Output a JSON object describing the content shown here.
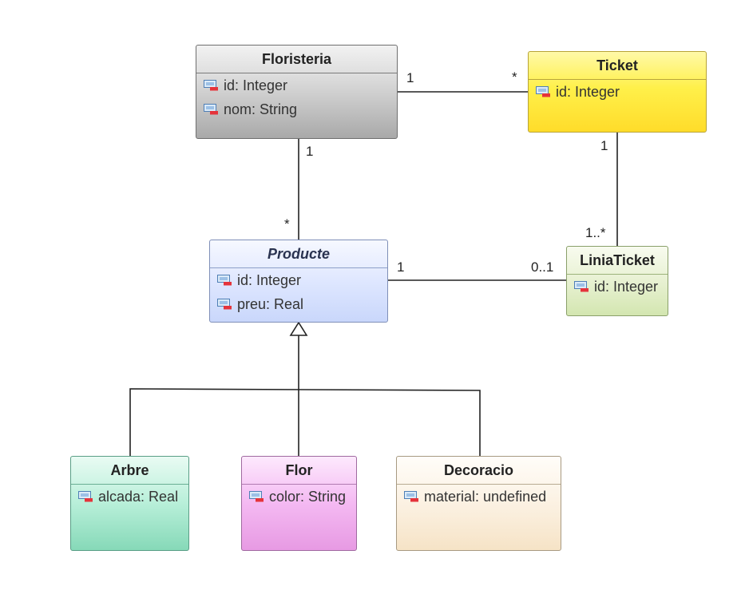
{
  "classes": {
    "floristeria": {
      "name": "Floristeria",
      "attributes": [
        "id: Integer",
        "nom: String"
      ]
    },
    "ticket": {
      "name": "Ticket",
      "attributes": [
        "id: Integer"
      ]
    },
    "producte": {
      "name": "Producte",
      "abstract": true,
      "attributes": [
        "id: Integer",
        "preu: Real"
      ]
    },
    "linia_ticket": {
      "name": "LiniaTicket",
      "attributes": [
        "id: Integer"
      ]
    },
    "arbre": {
      "name": "Arbre",
      "attributes": [
        "alcada: Real"
      ]
    },
    "flor": {
      "name": "Flor",
      "attributes": [
        "color: String"
      ]
    },
    "decoracio": {
      "name": "Decoracio",
      "attributes": [
        "material: undefined"
      ]
    }
  },
  "associations": {
    "floristeria_ticket": {
      "from": "Floristeria",
      "to": "Ticket",
      "from_mult": "1",
      "to_mult": "*"
    },
    "floristeria_producte": {
      "from": "Floristeria",
      "to": "Producte",
      "from_mult": "1",
      "to_mult": "*"
    },
    "ticket_linia": {
      "from": "Ticket",
      "to": "LiniaTicket",
      "from_mult": "1",
      "to_mult": "1..*"
    },
    "producte_linia": {
      "from": "Producte",
      "to": "LiniaTicket",
      "from_mult": "1",
      "to_mult": "0..1"
    }
  },
  "generalization": {
    "parent": "Producte",
    "children": [
      "Arbre",
      "Flor",
      "Decoracio"
    ]
  },
  "icons": {
    "attribute": "attribute-icon"
  }
}
